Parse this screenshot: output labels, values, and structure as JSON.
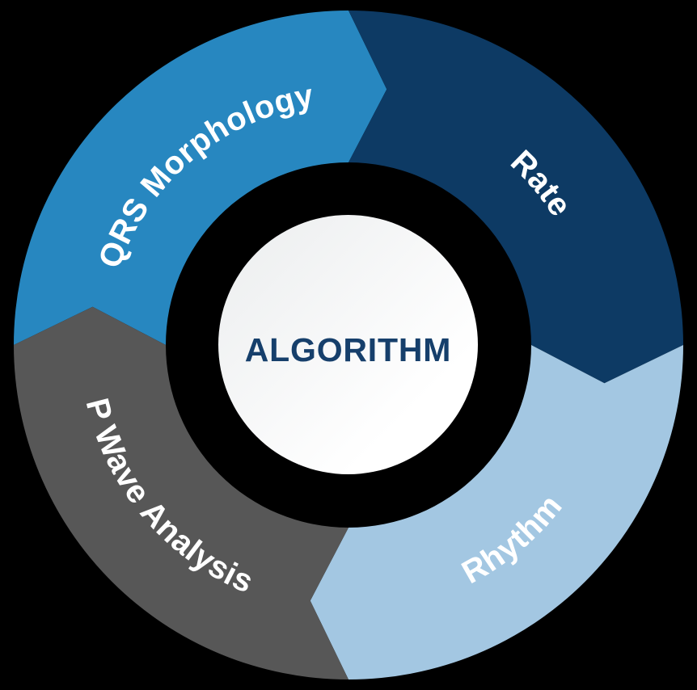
{
  "background_color": "#000000",
  "diagram": {
    "flow_direction": "clockwise",
    "label_color": "#ffffff",
    "center": {
      "label": "ALGORITHM",
      "text_color": "#163f6b",
      "fill_gradient_start": "#ebedee",
      "fill_gradient_end": "#ffffff"
    },
    "segments": [
      {
        "id": "qrs-morphology",
        "label": "QRS Morphology",
        "color": "#2787c0",
        "position": "top-left"
      },
      {
        "id": "rate",
        "label": "Rate",
        "color": "#0d3a64",
        "position": "top-right"
      },
      {
        "id": "rhythm",
        "label": "Rhythm",
        "color": "#a3c7e2",
        "position": "bottom-right"
      },
      {
        "id": "p-wave-analysis",
        "label": "P Wave Analysis",
        "color": "#575757",
        "position": "bottom-left"
      }
    ]
  }
}
